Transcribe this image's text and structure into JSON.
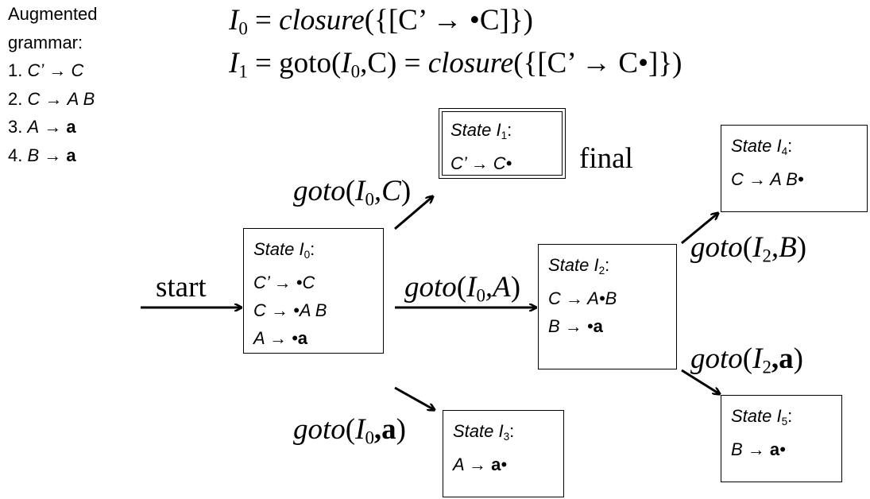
{
  "grammar": {
    "heading_1": "Augmented",
    "heading_2": "grammar:",
    "rules": [
      {
        "num": "1.",
        "lhs": "C’",
        "arrow": "→",
        "rhs": "C"
      },
      {
        "num": "2.",
        "lhs": "C",
        "arrow": "→",
        "rhs": "A B"
      },
      {
        "num": "3.",
        "lhs": "A",
        "arrow": "→",
        "rhs": "a"
      },
      {
        "num": "4.",
        "lhs": "B",
        "arrow": "→",
        "rhs": "a"
      }
    ]
  },
  "equations": {
    "eq0": {
      "lhs_sym": "I",
      "lhs_sub": "0",
      "eq": " = ",
      "func": "closure",
      "body": "({[C’ → •C]})"
    },
    "eq1": {
      "lhs_sym": "I",
      "lhs_sub": "1",
      "eq": " = goto(",
      "arg_sym": "I",
      "arg_sub": "0",
      "arg2": ",C) = ",
      "func": "closure",
      "body": "({[C’ → C•]})"
    }
  },
  "states": {
    "I0": {
      "title": "State I",
      "sub": "0",
      "items": [
        "C’ → •C",
        "C → •A B",
        "A → •a"
      ]
    },
    "I1": {
      "title": "State I",
      "sub": "1",
      "items": [
        "C’ → C•"
      ]
    },
    "I2": {
      "title": "State I",
      "sub": "2",
      "items": [
        "C → A•B",
        "B → •a"
      ]
    },
    "I3": {
      "title": "State I",
      "sub": "3",
      "items": [
        "A → a•"
      ]
    },
    "I4": {
      "title": "State I",
      "sub": "4",
      "items": [
        "C → A B•"
      ]
    },
    "I5": {
      "title": "State I",
      "sub": "5",
      "items": [
        "B → a•"
      ]
    }
  },
  "labels": {
    "start": "start",
    "final": "final",
    "goto_I0_C": {
      "fn": "goto",
      "open": "(",
      "sym": "I",
      "sub": "0",
      "arg": ",C",
      "close": ")"
    },
    "goto_I0_A": {
      "fn": "goto",
      "open": "(",
      "sym": "I",
      "sub": "0",
      "arg": ",A",
      "close": ")"
    },
    "goto_I0_a": {
      "fn": "goto",
      "open": "(",
      "sym": "I",
      "sub": "0",
      "arg": ",a",
      "close": ")"
    },
    "goto_I2_B": {
      "fn": "goto",
      "open": "(",
      "sym": "I",
      "sub": "2",
      "arg": ",B",
      "close": ")"
    },
    "goto_I2_a": {
      "fn": "goto",
      "open": "(",
      "sym": "I",
      "sub": "2",
      "arg": ",a",
      "close": ")"
    }
  }
}
